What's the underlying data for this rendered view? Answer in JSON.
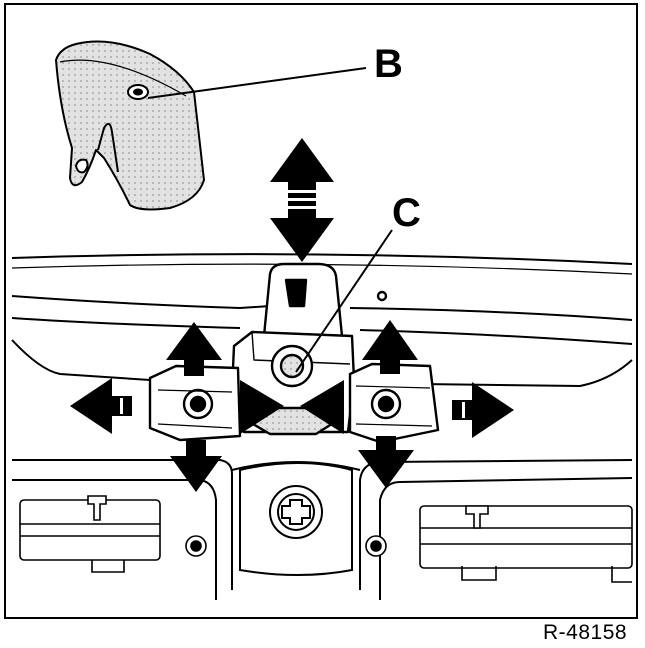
{
  "figure": {
    "callouts": {
      "b": "B",
      "c": "C"
    },
    "reference": "R-48158"
  },
  "colors": {
    "ink": "#000000",
    "paper": "#ffffff",
    "shade": "#d9d9d9"
  },
  "icons": {
    "arrow_up_down": "double-headed-arrow-icon",
    "arrow_left": "arrow-left-icon",
    "arrow_right": "arrow-right-icon",
    "arrow_up": "arrow-up-icon",
    "arrow_down": "arrow-down-icon"
  }
}
